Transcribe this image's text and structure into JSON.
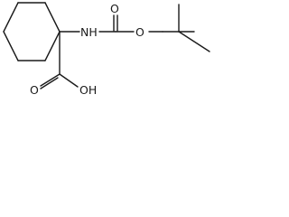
{
  "molecule": {
    "atoms": {
      "amine": "NH",
      "carbonyl_oxygen": "O",
      "ester_oxygen": "O",
      "acid_carbonyl_oxygen": "O",
      "hydroxyl": "OH"
    }
  }
}
